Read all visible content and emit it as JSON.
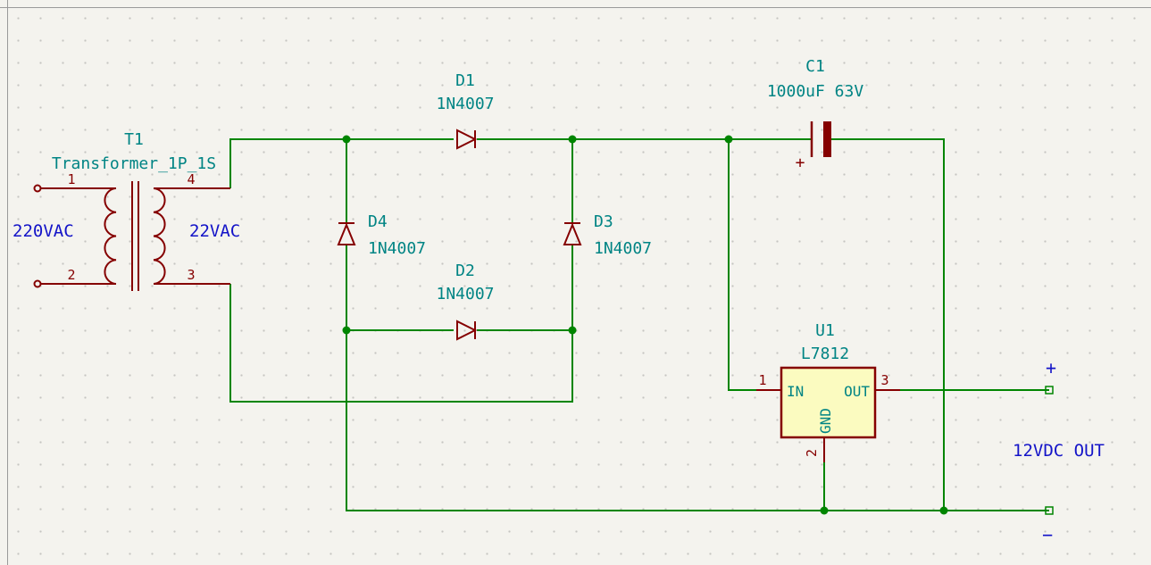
{
  "colors": {
    "background": "#f4f3ee",
    "wire": "#008500",
    "symbol_outline": "#850000",
    "field_text": "#008484",
    "label_text": "#1414c8",
    "regulator_fill": "#fbfbc0"
  },
  "transformer": {
    "ref": "T1",
    "value": "Transformer_1P_1S",
    "pin1": "1",
    "pin2": "2",
    "pin3": "3",
    "pin4": "4",
    "primary_label": "220VAC",
    "secondary_label": "22VAC"
  },
  "diodes": [
    {
      "ref": "D1",
      "value": "1N4007"
    },
    {
      "ref": "D2",
      "value": "1N4007"
    },
    {
      "ref": "D3",
      "value": "1N4007"
    },
    {
      "ref": "D4",
      "value": "1N4007"
    }
  ],
  "capacitor": {
    "ref": "C1",
    "value": "1000uF 63V",
    "polarity_mark": "+"
  },
  "regulator": {
    "ref": "U1",
    "value": "L7812",
    "pins": [
      {
        "number": "1",
        "name": "IN"
      },
      {
        "number": "2",
        "name": "GND"
      },
      {
        "number": "3",
        "name": "OUT"
      }
    ]
  },
  "output": {
    "plus": "+",
    "minus": "−",
    "label": "12VDC OUT"
  }
}
